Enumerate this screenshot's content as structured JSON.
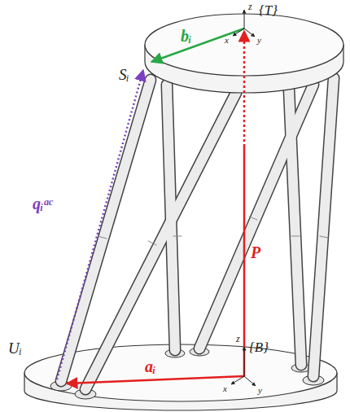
{
  "diagram": {
    "labels": [
      "z",
      "{T}",
      "x",
      "y",
      "bᵢ",
      "Sᵢ",
      "qᵢᵃᶜ",
      "P",
      "Uᵢ",
      "aᵢ",
      "z",
      "{B}",
      "x",
      "y"
    ]
  }
}
